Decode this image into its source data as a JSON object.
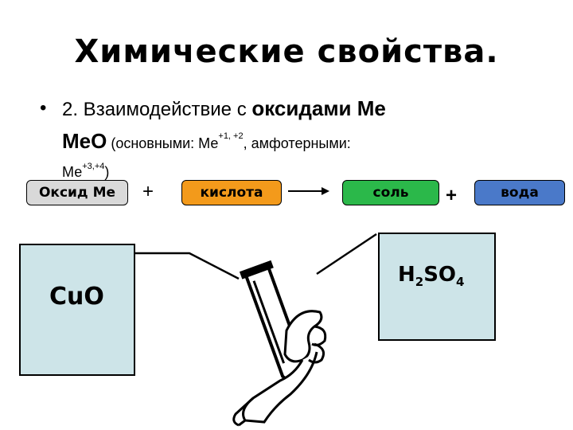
{
  "title": "Химические свойства.",
  "bullet": {
    "dot": "•",
    "number": "2. Взаимодействие с ",
    "oxides": "оксидами Ме",
    "meo": "МеО",
    "basic_prefix": " (основными: Ме",
    "basic_charges": "+1, +2",
    "amph": ", амфотерными:",
    "me": "Ме",
    "amph_charges": "+3,+4",
    "close": ")"
  },
  "scheme": {
    "oxide": "Оксид Ме",
    "plus1": "+",
    "acid": "кислота",
    "salt": "соль",
    "plus2": "+",
    "water": "вода"
  },
  "colors": {
    "oxide_box": "#d9d9d9",
    "acid_box": "#f39a1b",
    "salt_box": "#2bb84a",
    "water_box": "#4a79c9",
    "panel": "#cde4e8"
  },
  "reagents": {
    "left": "CuO",
    "right_h": "H",
    "right_2": "2",
    "right_so": "SO",
    "right_4": "4"
  },
  "illustration": "test-tube-in-hand-icon"
}
